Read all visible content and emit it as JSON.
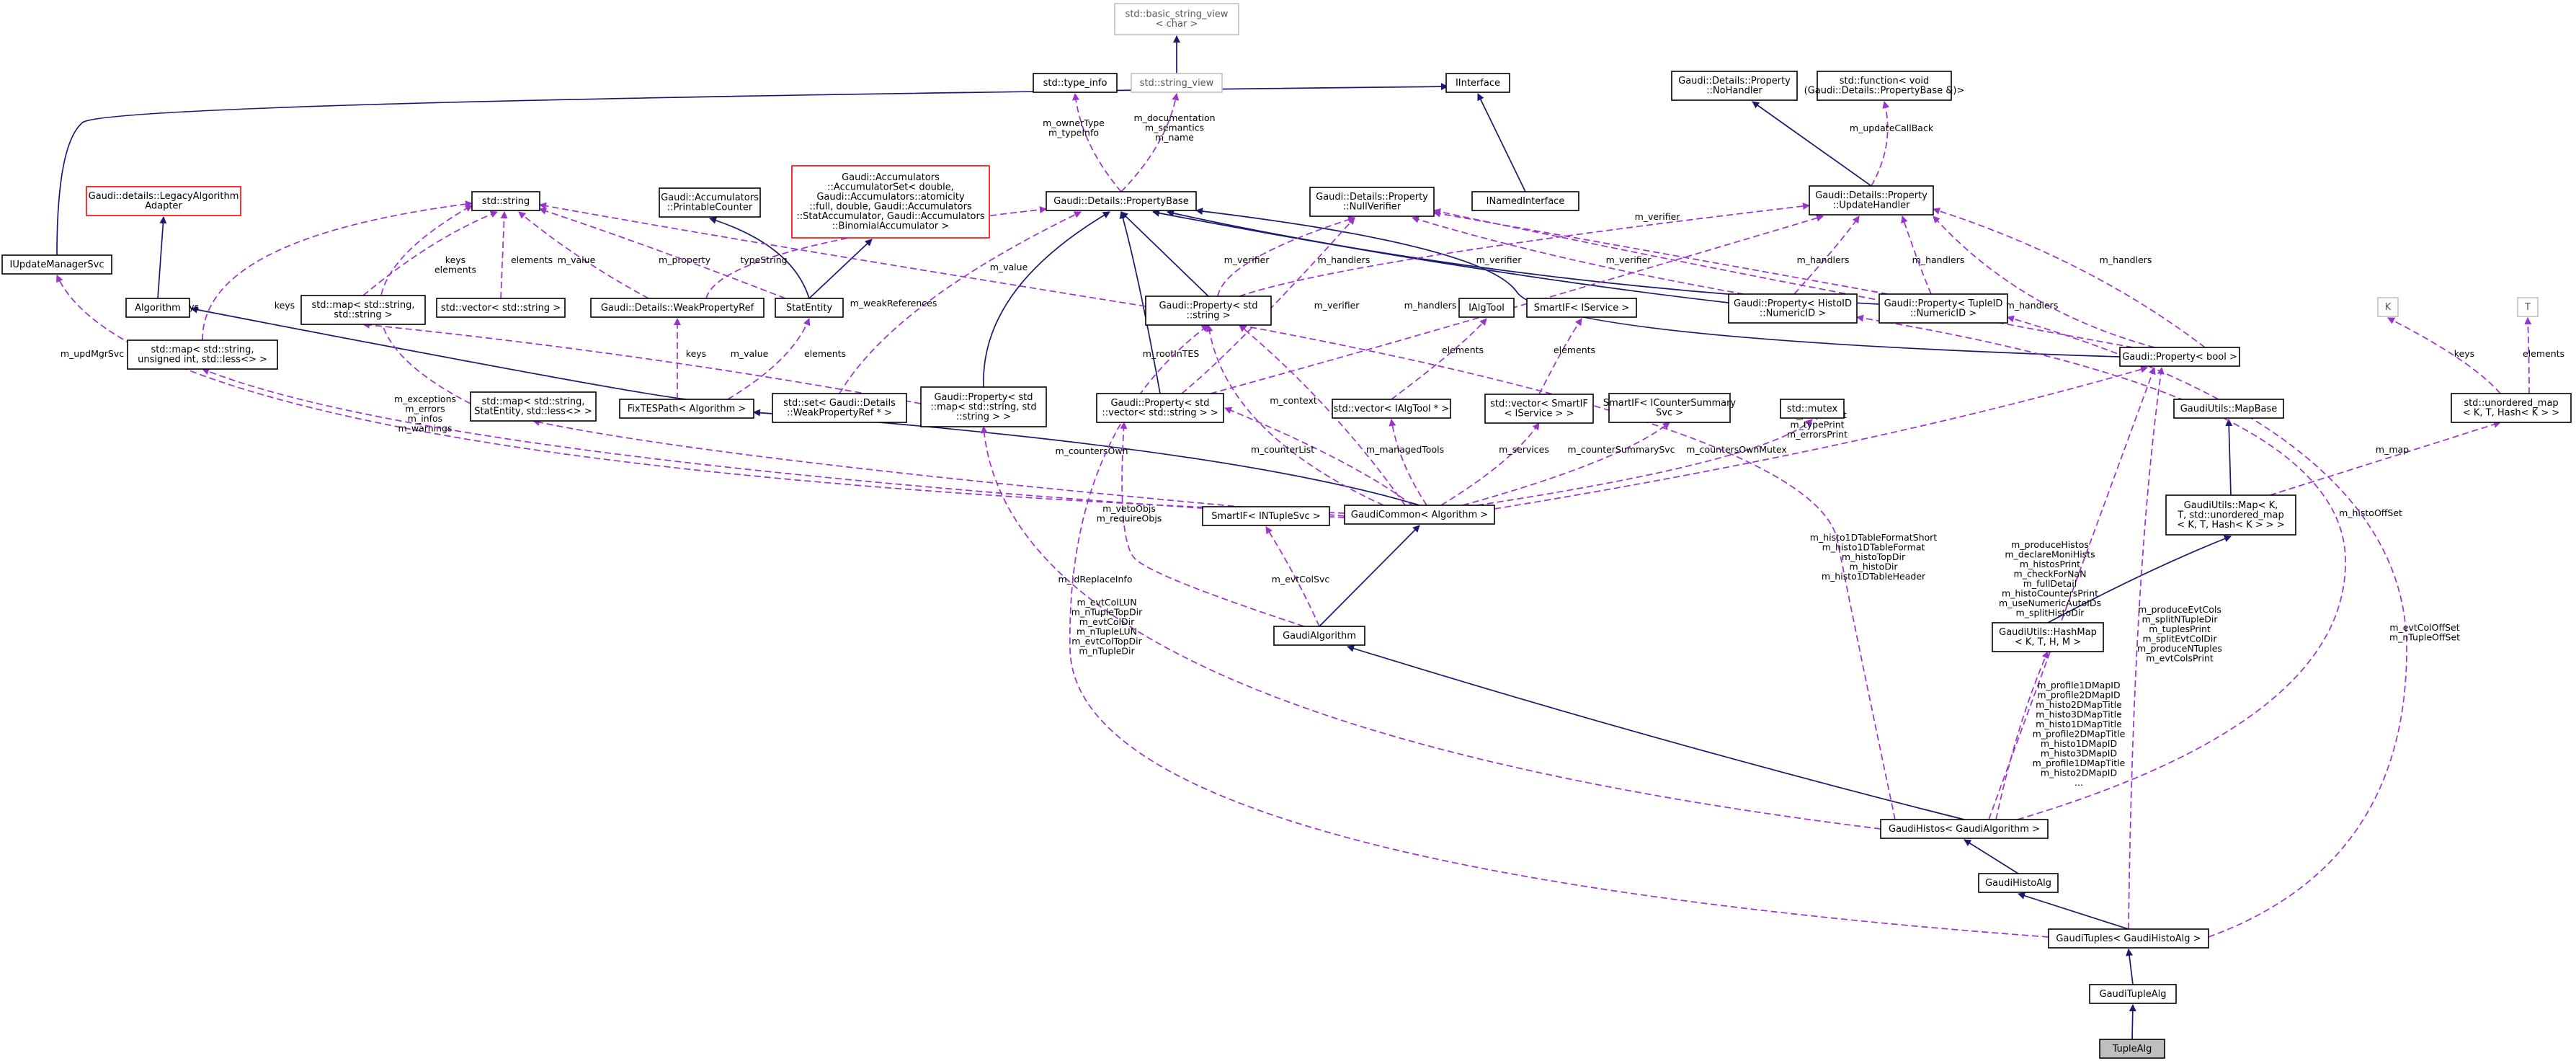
{
  "diagram": {
    "title": "",
    "colors": {
      "inheritance_edge": "#191970",
      "usage_edge": "#9a32cd",
      "node_border": "#000000",
      "undocumented_border": "#ff0000",
      "external_border": "#bfbfbf",
      "focus_fill": "#bfbfbf"
    },
    "nodes": {
      "basic_string_view": [
        "std::basic_string_view",
        "< char >"
      ],
      "type_info": [
        "std::type_info"
      ],
      "string_view": [
        "std::string_view"
      ],
      "iinterface": [
        "IInterface"
      ],
      "noHandler": [
        "Gaudi::Details::Property",
        "::NoHandler"
      ],
      "stdfunction": [
        "std::function< void",
        "(Gaudi::Details::PropertyBase &)>"
      ],
      "legacyAlg": [
        "Gaudi::details::LegacyAlgorithm",
        "Adapter"
      ],
      "printableCounter": [
        "Gaudi::Accumulators",
        "::PrintableCounter"
      ],
      "accumulatorSet": [
        "Gaudi::Accumulators",
        "::AccumulatorSet< double,",
        " Gaudi::Accumulators::atomicity",
        "::full, double, Gaudi::Accumulators",
        "::StatAccumulator, Gaudi::Accumulators",
        "::BinomialAccumulator >"
      ],
      "propertyBase": [
        "Gaudi::Details::PropertyBase"
      ],
      "nullVerifier": [
        "Gaudi::Details::Property",
        "::NullVerifier"
      ],
      "updateHandler": [
        "Gaudi::Details::Property",
        "::UpdateHandler"
      ],
      "stdstring": [
        "std::string"
      ],
      "iupdateManagerSvc": [
        "IUpdateManagerSvc"
      ],
      "inamedInterface": [
        "INamedInterface"
      ],
      "algorithm": [
        "Algorithm"
      ],
      "mapStrStr": [
        "std::map< std::string,",
        " std::string >"
      ],
      "vecString": [
        "std::vector< std::string >"
      ],
      "weakPropertyRef": [
        "Gaudi::Details::WeakPropertyRef"
      ],
      "statEntity": [
        "StatEntity"
      ],
      "propString": [
        "Gaudi::Property< std",
        "::string >"
      ],
      "ialgTool": [
        "IAlgTool"
      ],
      "smartIService": [
        "SmartIF< IService >"
      ],
      "propHistoID": [
        "Gaudi::Property< HistoID",
        "::NumericID >"
      ],
      "propTupleID": [
        "Gaudi::Property< TupleID",
        "::NumericID >"
      ],
      "K": [
        "K"
      ],
      "T": [
        "T"
      ],
      "mapStrUint": [
        "std::map< std::string,",
        " unsigned int, std::less<> >"
      ],
      "mapStrStat": [
        "std::map< std::string,",
        " StatEntity, std::less<> >"
      ],
      "fixTES": [
        "FixTESPath< Algorithm >"
      ],
      "setWeak": [
        "std::set< Gaudi::Details",
        "::WeakPropertyRef * >"
      ],
      "propMap": [
        "Gaudi::Property< std",
        "::map< std::string, std",
        "::string > >"
      ],
      "propVecString": [
        "Gaudi::Property< std",
        "::vector< std::string > >"
      ],
      "vecIAlgTool": [
        "std::vector< IAlgTool * >"
      ],
      "vecSmartIService": [
        "std::vector< SmartIF",
        "< IService > >"
      ],
      "smartICounterSummary": [
        "SmartIF< ICounterSummary",
        "Svc >"
      ],
      "mutex": [
        "std::mutex"
      ],
      "propBool": [
        "Gaudi::Property< bool >"
      ],
      "unorderedMap": [
        "std::unordered_map",
        "< K, T, Hash< K > >"
      ],
      "mapBase": [
        "GaudiUtils::MapBase"
      ],
      "gaudiCommon": [
        "GaudiCommon< Algorithm >"
      ],
      "smartINTuple": [
        "SmartIF< INTupleSvc >"
      ],
      "utilsMap": [
        "GaudiUtils::Map< K,",
        " T, std::unordered_map",
        "< K, T, Hash< K > > >"
      ],
      "gaudiAlgorithm": [
        "GaudiAlgorithm"
      ],
      "hashMap": [
        "GaudiUtils::HashMap",
        "< K, T, H, M >"
      ],
      "gaudiHistos": [
        "GaudiHistos< GaudiAlgorithm >"
      ],
      "gaudiHistoAlg": [
        "GaudiHistoAlg"
      ],
      "gaudiTuples": [
        "GaudiTuples< GaudiHistoAlg >"
      ],
      "gaudiTupleAlg": [
        "GaudiTupleAlg"
      ],
      "tupleAlg": [
        "TupleAlg"
      ]
    },
    "edge_labels": {
      "ownerType": [
        "m_ownerType",
        "m_typeInfo"
      ],
      "documentation": [
        "m_documentation",
        "m_semantics",
        "m_name"
      ],
      "updateCallBack": [
        "m_updateCallBack"
      ],
      "keys_mapStrUint": [
        "keys"
      ],
      "keys_mapStrStat": [
        "keys"
      ],
      "keysElements": [
        "keys",
        "elements"
      ],
      "elements_vec": [
        "elements"
      ],
      "value_weak": [
        "m_value"
      ],
      "property_weak": [
        "m_property"
      ],
      "typeString": [
        "typeString"
      ],
      "value_propString": [
        "m_value"
      ],
      "weakReferences": [
        "m_weakReferences"
      ],
      "verifier_propString": [
        "m_verifier"
      ],
      "handlers_propString": [
        "m_handlers"
      ],
      "verifier_propVec": [
        "m_verifier"
      ],
      "handlers_propVec": [
        "m_handlers"
      ],
      "verifier_histoID": [
        "m_verifier"
      ],
      "verifier_tupleID": [
        "m_verifier"
      ],
      "handlers_histoID": [
        "m_handlers"
      ],
      "verifier_bool": [
        "m_verifier"
      ],
      "handlers_tupleID": [
        "m_handlers"
      ],
      "handlers_bool": [
        "m_handlers"
      ],
      "handlers_bool2": [
        "m_handlers"
      ],
      "keys_weak": [
        "keys"
      ],
      "value_map": [
        "m_value"
      ],
      "elements_stat": [
        "elements"
      ],
      "rootInTES": [
        "m_rootInTES"
      ],
      "elements_ialg": [
        "elements"
      ],
      "elements_svc": [
        "elements"
      ],
      "keys_K": [
        "keys"
      ],
      "elements_T": [
        "elements"
      ],
      "updMgrSvc": [
        "m_updMgrSvc"
      ],
      "exceptions": [
        "m_exceptions",
        "m_errors",
        "m_infos",
        "m_warnings"
      ],
      "countersOwn": [
        "m_countersOwn"
      ],
      "context": [
        "m_context"
      ],
      "counterList": [
        "m_counterList"
      ],
      "managedTools": [
        "m_managedTools"
      ],
      "services": [
        "m_services"
      ],
      "counterSummarySvc": [
        "m_counterSummarySvc"
      ],
      "countersOwnMutex": [
        "m_countersOwnMutex"
      ],
      "propsPrint": [
        "m_propsPrint",
        "m_typePrint",
        "m_errorsPrint"
      ],
      "map": [
        "m_map"
      ],
      "vetoObjs": [
        "m_vetoObjs",
        "m_requireObjs"
      ],
      "evtColSvc": [
        "m_evtColSvc"
      ],
      "idReplaceInfo": [
        "m_idReplaceInfo"
      ],
      "evtColLUN": [
        "m_evtColLUN",
        "m_nTupleTopDir",
        "m_evtColDir",
        "m_nTupleLUN",
        "m_evtColTopDir",
        "m_nTupleDir"
      ],
      "histo1DTableFormat": [
        "m_histo1DTableFormatShort",
        "m_histo1DTableFormat",
        "m_histoTopDir",
        "m_histoDir",
        "m_histo1DTableHeader"
      ],
      "produceHistos": [
        "m_produceHistos",
        "m_declareMoniHists",
        "m_histosPrint",
        "m_checkForNaN",
        "m_fullDetail",
        "m_histoCountersPrint",
        "m_useNumericAutoIDs",
        "m_splitHistoDir"
      ],
      "histoOffSet": [
        "m_histoOffSet"
      ],
      "produceEvtCols": [
        "m_produceEvtCols",
        "m_splitNTupleDir",
        "m_tuplesPrint",
        "m_splitEvtColDir",
        "m_produceNTuples",
        "m_evtColsPrint"
      ],
      "profile1DMapID": [
        "m_profile1DMapID",
        "m_profile2DMapID",
        "m_histo2DMapTitle",
        "m_histo3DMapTitle",
        "m_histo1DMapTitle",
        "m_profile2DMapTitle",
        "m_histo1DMapID",
        "m_histo3DMapID",
        "m_profile1DMapTitle",
        "m_histo2DMapID",
        "..."
      ],
      "evtColOffSet": [
        "m_evtColOffSet",
        "m_nTupleOffSet"
      ]
    }
  }
}
